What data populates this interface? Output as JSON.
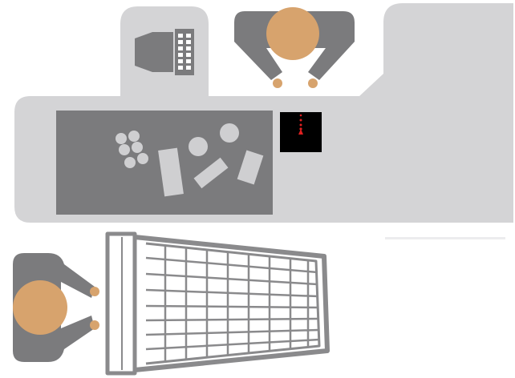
{
  "scene": {
    "counter": "checkout-counter",
    "conveyor": "conveyor-belt",
    "pos_terminal": "cash-register",
    "scanner_window": "barcode-scanner",
    "cart": "shopping-cart",
    "people": [
      "cashier",
      "customer"
    ],
    "items": [
      "grapes",
      "round-produce",
      "boxed-item",
      "bar-item",
      "bottle"
    ]
  },
  "colors": {
    "counter": "#d4d4d6",
    "conveyor": "#7b7b7d",
    "item": "#cfcfd1",
    "person_body": "#7b7b7d",
    "skin": "#d7a36d",
    "scanner": "#000000",
    "laser": "#e02020",
    "cart": "#8a8a8c",
    "terminal": "#7b7b7d"
  }
}
